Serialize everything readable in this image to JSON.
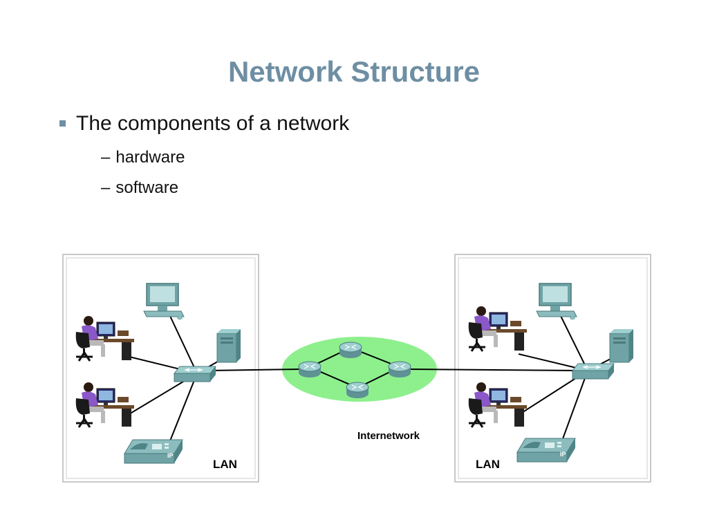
{
  "slide": {
    "title": "Network Structure",
    "bullet": "The components of a network",
    "subitems": [
      "hardware",
      "software"
    ],
    "dash": "–"
  },
  "diagram": {
    "left_label": "LAN",
    "right_label": "LAN",
    "cloud_label": "Internetwork",
    "ip_label": "IP",
    "colors": {
      "title": "#6e8ea3",
      "cloud": "#8df08d",
      "device": "#6fa3a5",
      "link": "#000000"
    },
    "icons": [
      "workstation-user-icon",
      "monitor-icon",
      "server-icon",
      "switch-icon",
      "ip-phone-icon",
      "router-icon"
    ]
  }
}
